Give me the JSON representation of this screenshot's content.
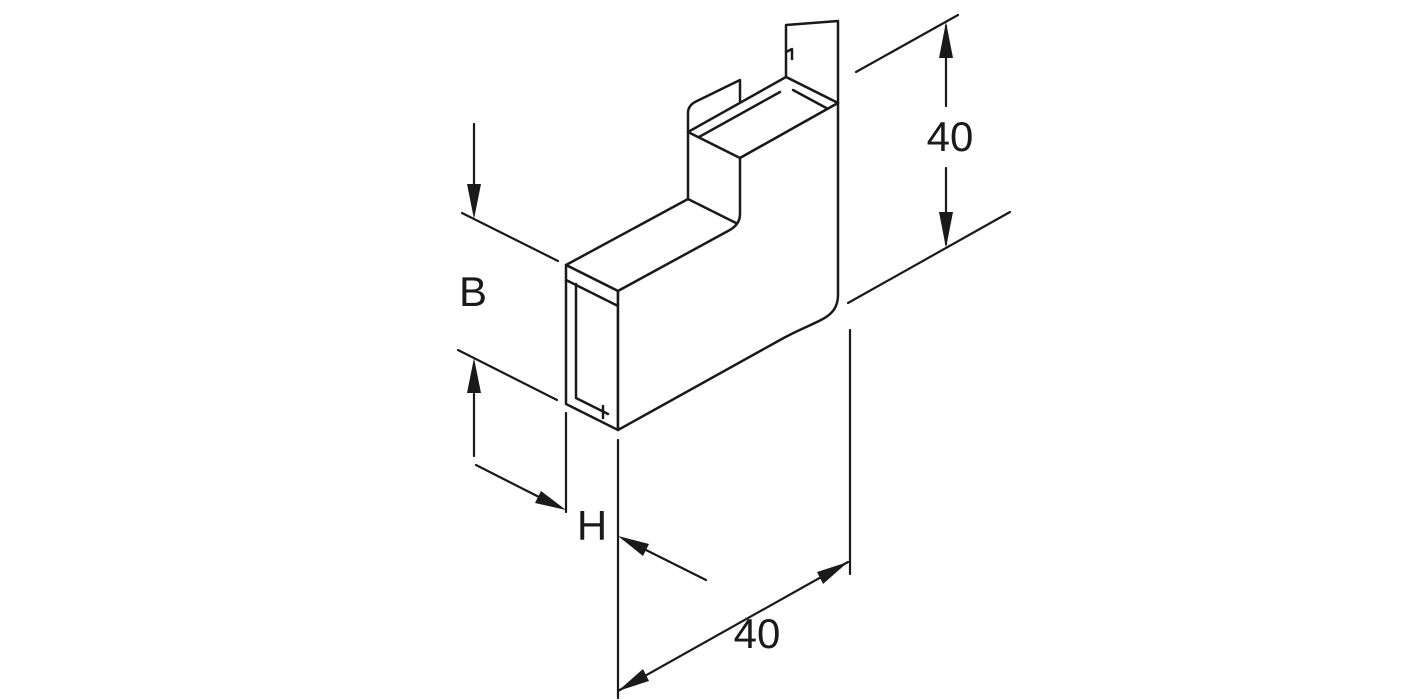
{
  "drawing": {
    "line_color": "#1a1a1a",
    "background_color": "#ffffff",
    "part": "flat-angle-corner-piece",
    "dimensions": {
      "top_right_length": "40",
      "duct_width": "B",
      "duct_height": "H",
      "bottom_length": "40"
    }
  }
}
